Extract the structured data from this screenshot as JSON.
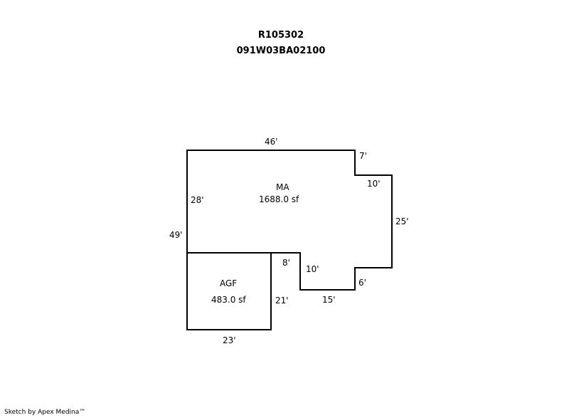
{
  "header": {
    "account_id": "R105302",
    "parcel_id": "091W03BA02100"
  },
  "areas": [
    {
      "code": "MA",
      "area": "1688.0 sf"
    },
    {
      "code": "AGF",
      "area": "483.0 sf"
    }
  ],
  "dimensions": {
    "top": "46'",
    "ma_step_right": "7'",
    "ma_step_bottom": "10'",
    "right": "25'",
    "lower_step": "6'",
    "bottom_notch": "15'",
    "notch_side": "10'",
    "notch_top": "8'",
    "left_inner": "28'",
    "left_total": "49'",
    "agf_right": "21'",
    "agf_bottom": "23'"
  },
  "footer": {
    "credit": "Sketch by Apex Medina™"
  }
}
